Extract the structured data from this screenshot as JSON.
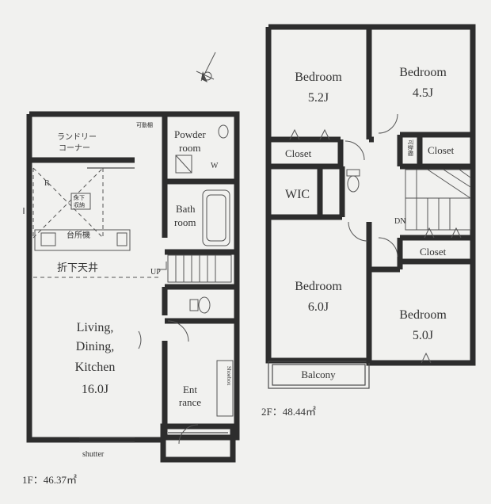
{
  "floor1": {
    "area_label": "1F：46.37㎡",
    "rooms": {
      "laundry_1": "ランドリー",
      "laundry_2": "コーナー",
      "water_heater": "可動棚",
      "powder_1": "Powder",
      "powder_2": "room",
      "washer": "W",
      "bath_1": "Bath",
      "bath_2": "room",
      "stairs_up": "UP",
      "fridge": "R",
      "kitchen_note_1": "床下",
      "kitchen_note_2": "収納",
      "counter": "台所機",
      "ceiling_note": "折下天井",
      "ldk_1": "Living,",
      "ldk_2": "Dining,",
      "ldk_3": "Kitchen",
      "ldk_size": "16.0J",
      "entrance_1": "Ent",
      "entrance_2": "rance",
      "shoebox": "Shoebox",
      "shutter": "shutter"
    }
  },
  "floor2": {
    "area_label": "2F：48.44㎡",
    "rooms": {
      "bed1_name": "Bedroom",
      "bed1_size": "5.2J",
      "bed2_name": "Bedroom",
      "bed2_size": "4.5J",
      "closet_1": "Closet",
      "closet_2": "Closet",
      "movable_shelf": "可動棚",
      "wic": "WIC",
      "dn": "DN",
      "closet_3": "Closet",
      "bed3_name": "Bedroom",
      "bed3_size": "6.0J",
      "bed4_name": "Bedroom",
      "bed4_size": "5.0J",
      "balcony": "Balcony"
    }
  }
}
